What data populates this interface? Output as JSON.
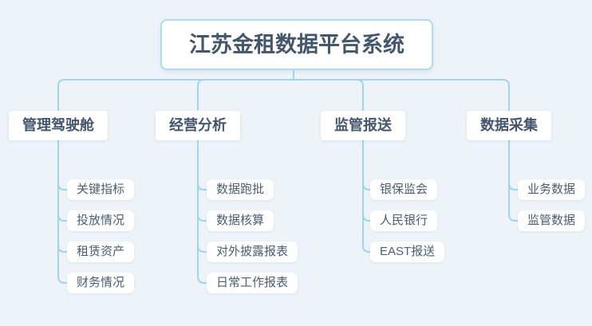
{
  "diagram": {
    "root": {
      "label": "江苏金租数据平台系统"
    },
    "branches": [
      {
        "label": "管理驾驶舱",
        "children": [
          "关键指标",
          "投放情况",
          "租赁资产",
          "财务情况"
        ]
      },
      {
        "label": "经营分析",
        "children": [
          "数据跑批",
          "数据核算",
          "对外披露报表",
          "日常工作报表"
        ]
      },
      {
        "label": "监管报送",
        "children": [
          "银保监会",
          "人民银行",
          "EAST报送"
        ]
      },
      {
        "label": "数据采集",
        "children": [
          "业务数据",
          "监管数据"
        ]
      }
    ],
    "colors": {
      "background": "#edf3f8",
      "connector_line": "#9fd5ec",
      "node_background": "#ffffff",
      "root_border": "#a9ddf2",
      "text": "#44566c"
    }
  }
}
